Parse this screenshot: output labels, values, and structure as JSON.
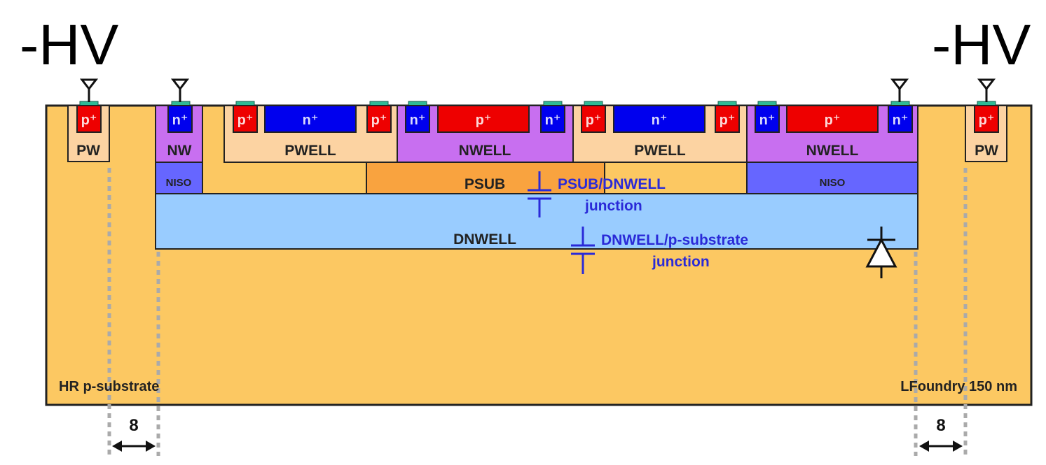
{
  "hv_left": "-HV",
  "hv_right": "-HV",
  "labels": {
    "pw_left": "PW",
    "pw_right": "PW",
    "nw": "NW",
    "pwell_1": "PWELL",
    "nwell_1": "NWELL",
    "pwell_2": "PWELL",
    "nwell_2": "NWELL",
    "niso_left": "NISO",
    "niso_right": "NISO",
    "psub": "PSUB",
    "dnwell": "DNWELL",
    "substrate": "HR p-substrate",
    "foundry": "LFoundry 150 nm"
  },
  "implants": {
    "pplus": "p⁺",
    "nplus": "n⁺"
  },
  "junctions": {
    "psub_dnwell_line1": "PSUB/DNWELL",
    "psub_dnwell_line2": "junction",
    "dnwell_sub_line1": "DNWELL/p-substrate",
    "dnwell_sub_line2": "junction"
  },
  "dimensions": {
    "left": "8",
    "right": "8"
  },
  "colors": {
    "substrate": "#fcc862",
    "pwell": "#fcd3a2",
    "nwell": "#c86ff0",
    "niso": "#6666ff",
    "psub": "#f9a33f",
    "dnwell": "#99ccff",
    "pplus": "#ee0000",
    "nplus": "#0000ee",
    "contact": "#2fb995",
    "junction_text": "#2a2ad8"
  }
}
